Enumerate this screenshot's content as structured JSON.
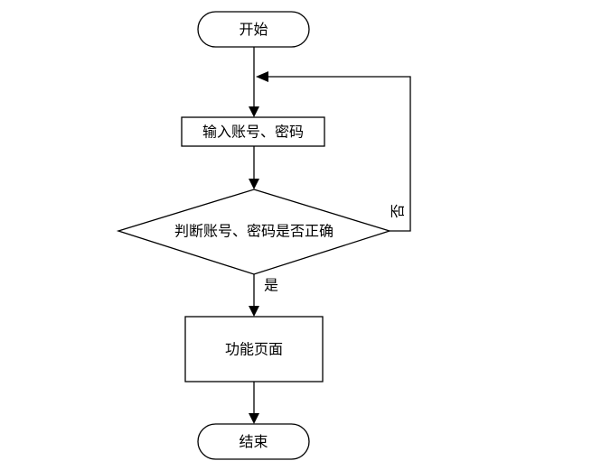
{
  "flowchart": {
    "start": "开始",
    "input": "输入账号、密码",
    "decision": "判断账号、密码是否正确",
    "function_page": "功能页面",
    "end": "结束",
    "yes": "是",
    "no": "否"
  }
}
